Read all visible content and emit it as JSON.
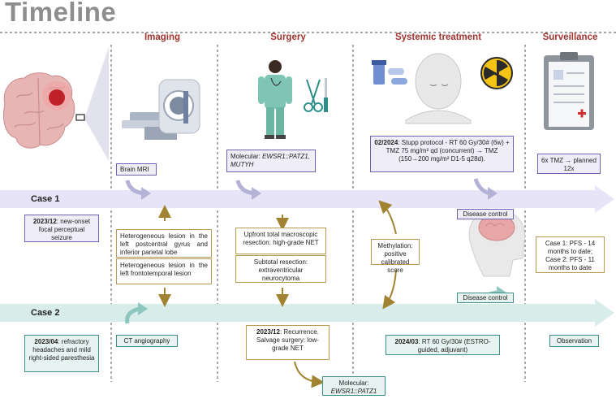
{
  "title": "Timeline",
  "columns": {
    "imaging": "Imaging",
    "surgery": "Surgery",
    "systemic": "Systemic treatment",
    "surveillance": "Surveillance"
  },
  "case1": {
    "label": "Case 1",
    "intro_date": "2023/12",
    "intro_text": ": new-onset focal perceptual seizure",
    "imaging_box": "Brain MRI",
    "imaging_finding": "Heterogeneous lesion in the left postcentral gyrus and inferior parietal lobe",
    "molecular_prefix": "Molecular: ",
    "molecular_genes": "EWSR1::PATZ1, MUTYH",
    "surgery_text": "Upfront total macroscopic resection: high-grade NET",
    "systemic_date": "02/2024",
    "systemic_text": ": Stupp protocol - RT 60 Gy/30# (6w) + TMZ 75 mg/m² qd (concurrent) → TMZ (150→200 mg/m² D1-5 q28d).",
    "outcome": "Disease control",
    "surveillance_text": "6x TMZ → planned 12x"
  },
  "case2": {
    "label": "Case  2",
    "intro_date": "2023/04",
    "intro_text": ": refractory headaches and mild right-sided paresthesia",
    "imaging_box": "CT angiography",
    "imaging_finding": "Heterogeneous lesion in the left frontotemporal lesion",
    "surgery_text": "Subtotal resection: extraventricular neurocytoma",
    "recurrence_date": "2023/12",
    "recurrence_text": ": Recurrence. Salvage surgery: low-grade NET",
    "molecular_prefix": "Molecular:",
    "molecular_genes": "EWSR1::PATZ1",
    "systemic_date": "2024/03",
    "systemic_text": ": RT 60 Gy/30# (ESTRO-guided, adjuvant)",
    "outcome": "Disease control",
    "surveillance_text": "Observation"
  },
  "shared": {
    "methylation": "Methylation: positive calibrated score",
    "pfs": "Case 1: PFS - 14 months to date; Case 2: PFS - 11 months to date"
  },
  "colors": {
    "title": "#8e8e8e",
    "heading": "#a0332e",
    "case1_band": "#e6e4f6",
    "case2_band": "#d8ecea",
    "gold_arrow": "#a08432"
  },
  "icons": [
    "brain-icon",
    "mri-scanner-icon",
    "surgeon-icon",
    "scissors-icon",
    "scalpel-icon",
    "pills-icon",
    "radiation-icon",
    "head-icon",
    "clipboard-icon",
    "head-brain-icon"
  ]
}
